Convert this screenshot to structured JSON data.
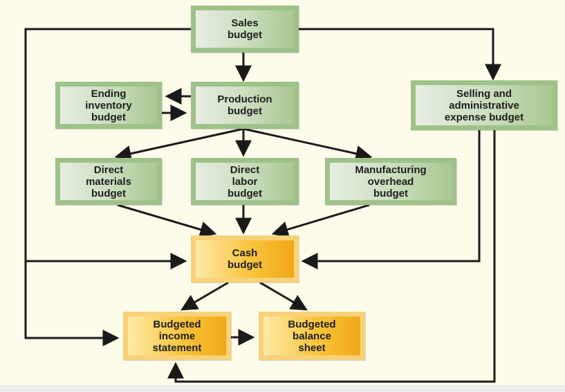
{
  "diagram": {
    "nodes": [
      {
        "id": "sales",
        "label": "Sales\nbudget",
        "color": "green"
      },
      {
        "id": "production",
        "label": "Production\nbudget",
        "color": "green"
      },
      {
        "id": "ending_inventory",
        "label": "Ending\ninventory\nbudget",
        "color": "green"
      },
      {
        "id": "selling_admin",
        "label": "Selling and\nadministrative\nexpense budget",
        "color": "green"
      },
      {
        "id": "direct_materials",
        "label": "Direct\nmaterials\nbudget",
        "color": "green"
      },
      {
        "id": "direct_labor",
        "label": "Direct\nlabor\nbudget",
        "color": "green"
      },
      {
        "id": "mfg_overhead",
        "label": "Manufacturing\noverhead\nbudget",
        "color": "green"
      },
      {
        "id": "cash",
        "label": "Cash\nbudget",
        "color": "orange"
      },
      {
        "id": "income_statement",
        "label": "Budgeted\nincome\nstatement",
        "color": "orange"
      },
      {
        "id": "balance_sheet",
        "label": "Budgeted\nbalance\nsheet",
        "color": "orange"
      }
    ],
    "edges": [
      {
        "from": "sales",
        "to": "production"
      },
      {
        "from": "sales",
        "to": "selling_admin"
      },
      {
        "from": "sales",
        "to": "cash"
      },
      {
        "from": "sales",
        "to": "income_statement"
      },
      {
        "from": "production",
        "to": "ending_inventory"
      },
      {
        "from": "ending_inventory",
        "to": "production"
      },
      {
        "from": "production",
        "to": "direct_materials"
      },
      {
        "from": "production",
        "to": "direct_labor"
      },
      {
        "from": "production",
        "to": "mfg_overhead"
      },
      {
        "from": "direct_materials",
        "to": "cash"
      },
      {
        "from": "direct_labor",
        "to": "cash"
      },
      {
        "from": "mfg_overhead",
        "to": "cash"
      },
      {
        "from": "selling_admin",
        "to": "cash"
      },
      {
        "from": "selling_admin",
        "to": "income_statement"
      },
      {
        "from": "cash",
        "to": "income_statement"
      },
      {
        "from": "cash",
        "to": "balance_sheet"
      },
      {
        "from": "income_statement",
        "to": "balance_sheet"
      }
    ]
  },
  "colors": {
    "green_border": "#9ec28a",
    "orange_border": "#f7d27a",
    "arrow": "#1a1a1a",
    "background": "#fdfbea"
  }
}
